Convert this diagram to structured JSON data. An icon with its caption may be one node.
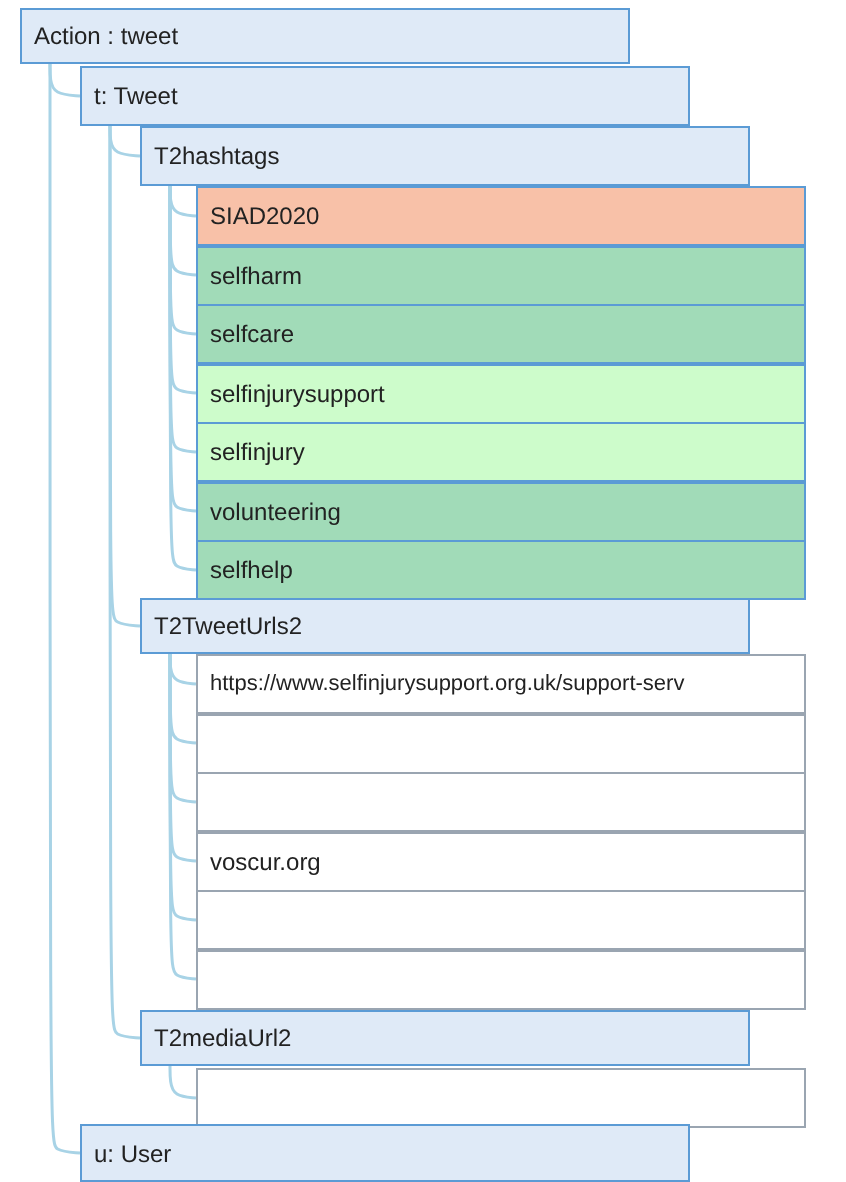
{
  "diagram": {
    "nodes": [
      {
        "text": [
          "Action : tweet"
        ]
      },
      {
        "text": [
          "t: Tweet"
        ]
      },
      {
        "text": [
          "T2hashtags"
        ]
      },
      {
        "text": [
          "SIAD2020"
        ]
      },
      {
        "text": [
          "selfharm"
        ]
      },
      {
        "text": [
          "selfcare"
        ]
      },
      {
        "text": [
          "selfinjurysupport"
        ]
      },
      {
        "text": [
          "selfinjury"
        ]
      },
      {
        "text": [
          "volunteering"
        ]
      },
      {
        "text": [
          "selfhelp"
        ]
      },
      {
        "text": [
          "T2TweetUrls2"
        ]
      },
      {
        "text": [
          "https://www.selfinjurysupport.org.uk/support-serv"
        ]
      },
      {
        "text": [],
        "shape": "box"
      },
      {
        "text": [],
        "shape": "box"
      },
      {
        "text": [
          "voscur.org"
        ]
      },
      {
        "text": [],
        "shape": "box"
      },
      {
        "text": [],
        "shape": "box"
      },
      {
        "text": [
          "T2mediaUrl2"
        ]
      },
      {
        "text": [],
        "shape": "box"
      },
      {
        "text": [
          "u: User"
        ]
      }
    ],
    "edges": [
      {
        "from": 0,
        "to": 1,
        "arrow": "none"
      },
      {
        "from": 1,
        "to": 2,
        "arrow": "none"
      },
      {
        "from": 2,
        "to": 3,
        "arrow": "none"
      },
      {
        "from": 2,
        "to": 4,
        "arrow": "none"
      },
      {
        "from": 2,
        "to": 5,
        "arrow": "none"
      },
      {
        "from": 2,
        "to": 6,
        "arrow": "none"
      },
      {
        "from": 2,
        "to": 7,
        "arrow": "none"
      },
      {
        "from": 2,
        "to": 8,
        "arrow": "none"
      },
      {
        "from": 2,
        "to": 9,
        "arrow": "none"
      },
      {
        "from": 1,
        "to": 10,
        "arrow": "none"
      },
      {
        "from": 10,
        "to": 11,
        "arrow": "none"
      },
      {
        "from": 10,
        "to": 12,
        "arrow": "none"
      },
      {
        "from": 10,
        "to": 13,
        "arrow": "none"
      },
      {
        "from": 10,
        "to": 14,
        "arrow": "none"
      },
      {
        "from": 10,
        "to": 15,
        "arrow": "none"
      },
      {
        "from": 10,
        "to": 16,
        "arrow": "none"
      },
      {
        "from": 1,
        "to": 17,
        "arrow": "none"
      },
      {
        "from": 17,
        "to": 18,
        "arrow": "none"
      },
      {
        "from": 0,
        "to": 19,
        "arrow": "none"
      }
    ]
  }
}
